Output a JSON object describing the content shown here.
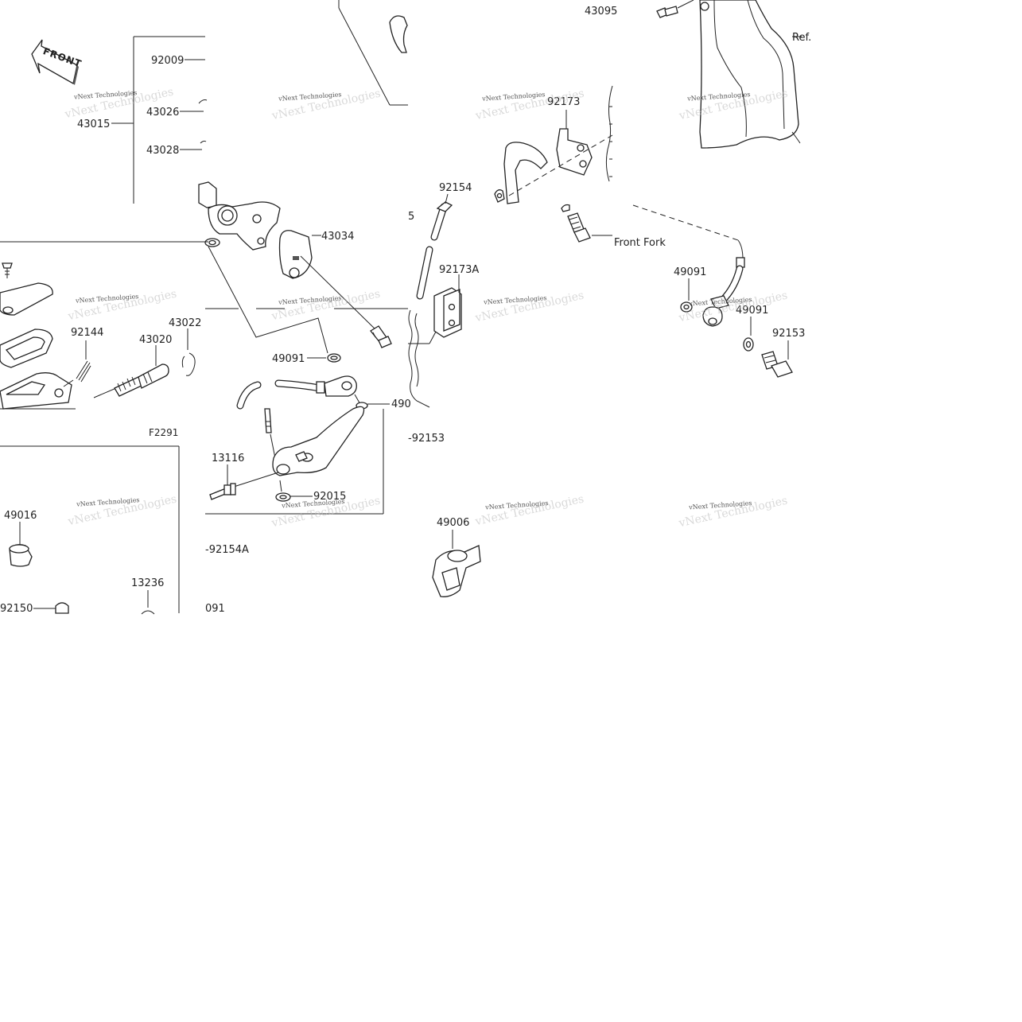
{
  "diagram": {
    "front_label": "FRONT",
    "figure_code": "F2291",
    "watermark": "vNext Technologies",
    "callouts": {
      "p92009": "92009",
      "p43026": "43026",
      "p43015": "43015",
      "p43028": "43028",
      "p43095": "43095",
      "ref": "Ref.",
      "p92173": "92173",
      "p92154": "92154",
      "p43034": "43034",
      "front_fork": "Front Fork",
      "p92173A": "92173A",
      "p49091_a": "49091",
      "p49091_b": "49091",
      "p49091_c": "49091",
      "p92153_a": "92153",
      "p92144": "92144",
      "p43022": "43022",
      "p43020": "43020",
      "p490_partial": "490",
      "p92153_b": "-92153",
      "p13116": "13116",
      "p92015": "92015",
      "p49016": "49016",
      "p92154A": "-92154A",
      "p49006": "49006",
      "p13236": "13236",
      "p92150": "92150",
      "p091_partial": "091",
      "p5_partial": "5"
    }
  },
  "colors": {
    "ink": "#222222",
    "background": "#ffffff"
  }
}
